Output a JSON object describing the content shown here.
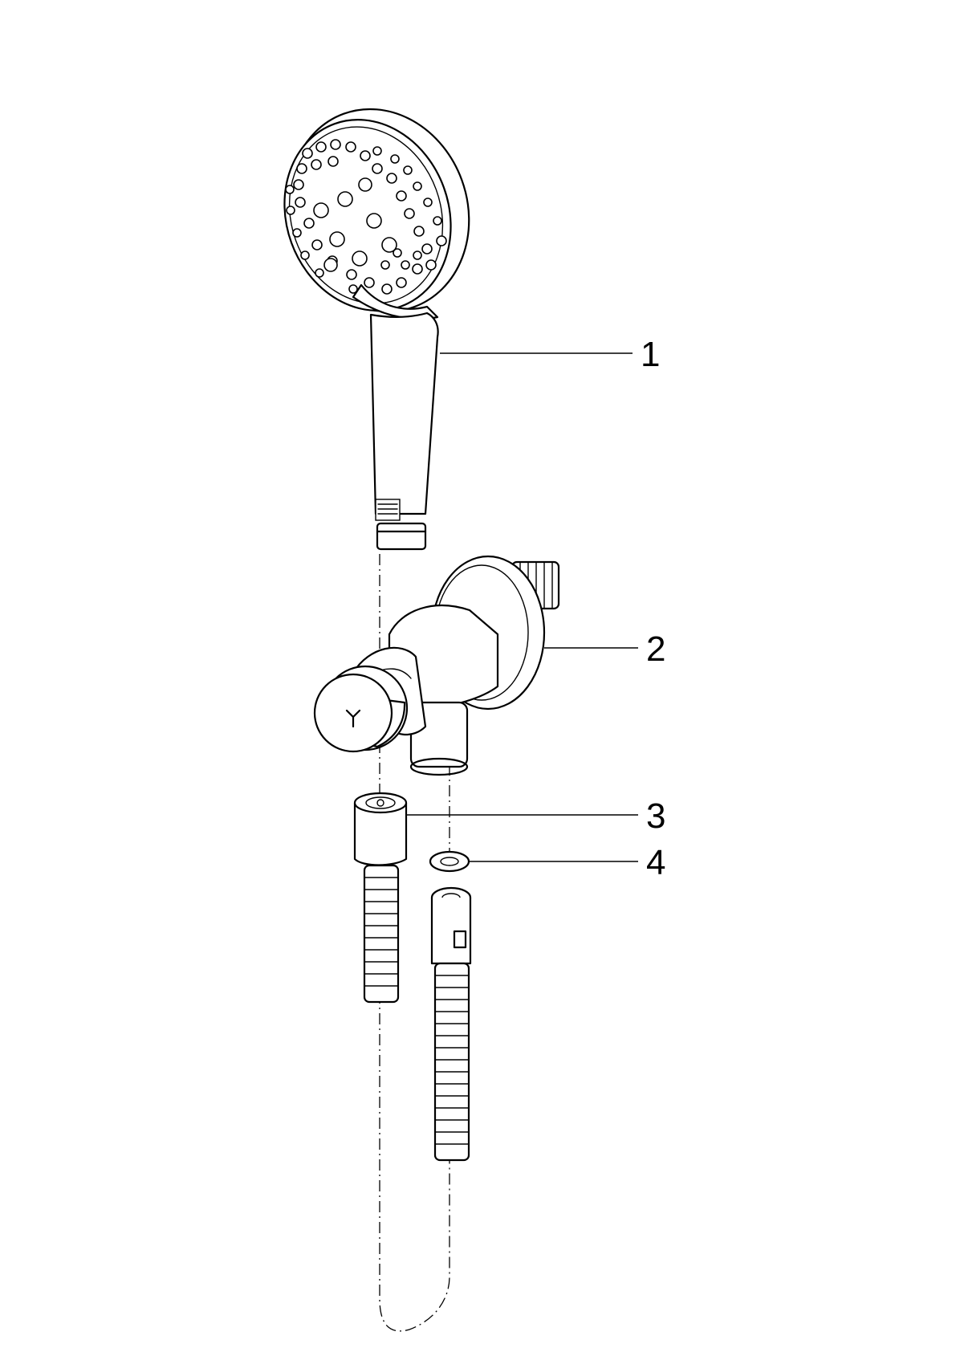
{
  "callouts": [
    {
      "id": "1",
      "label": "1",
      "part": "hand-shower"
    },
    {
      "id": "2",
      "label": "2",
      "part": "wall-elbow-holder"
    },
    {
      "id": "3",
      "label": "3",
      "part": "hose-nut"
    },
    {
      "id": "4",
      "label": "4",
      "part": "washer"
    }
  ],
  "colors": {
    "line": "#000000",
    "background": "#ffffff"
  }
}
